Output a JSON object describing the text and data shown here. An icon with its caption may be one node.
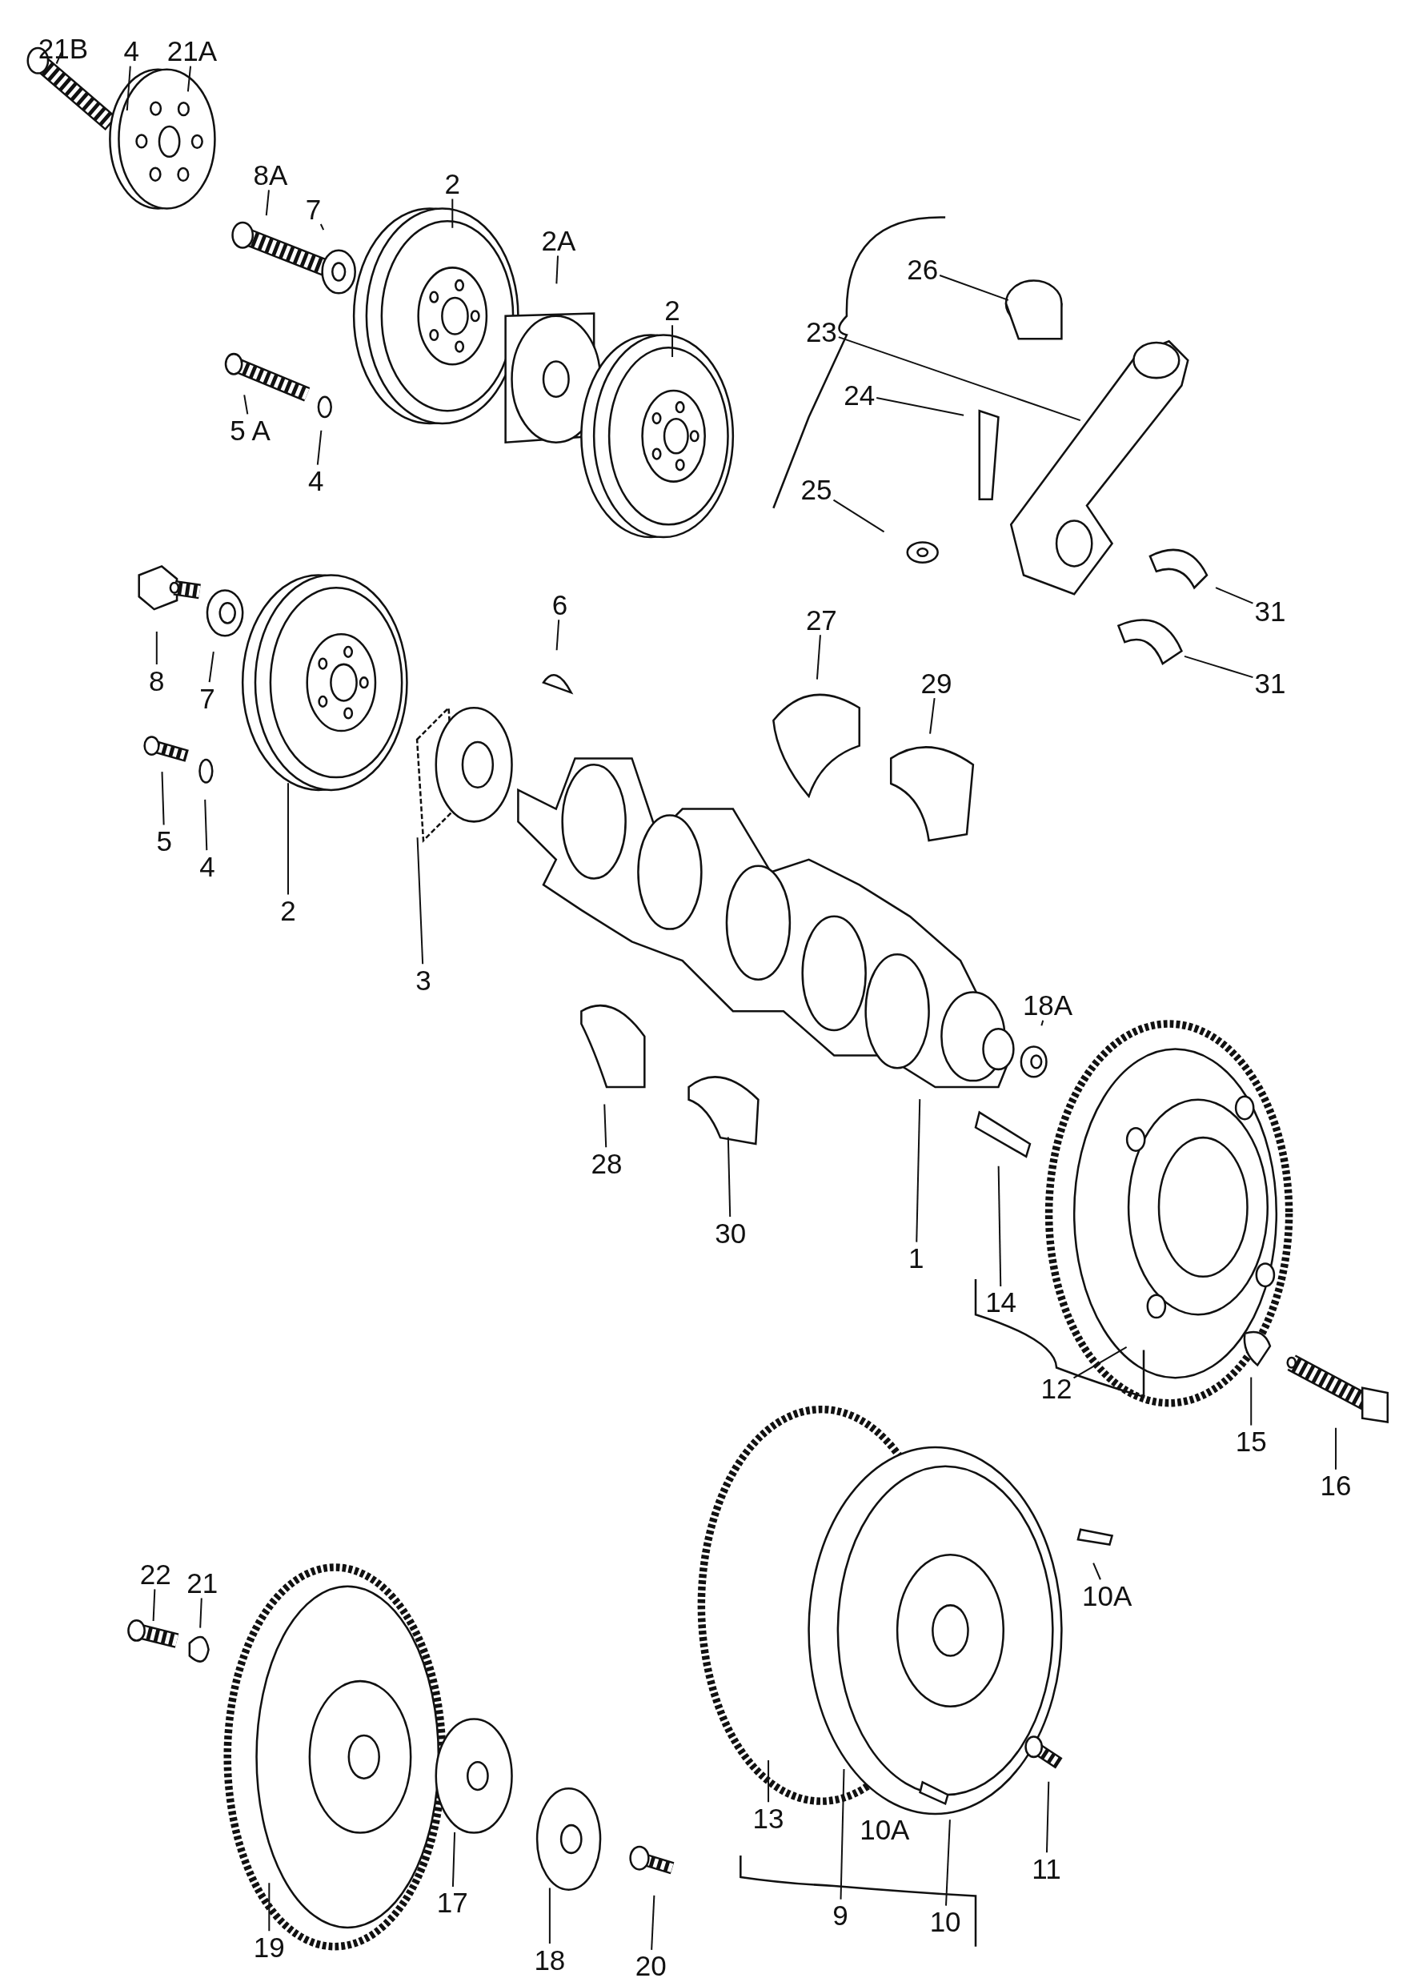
{
  "diagram": {
    "nodes": [
      {
        "text": [
          "21B"
        ]
      },
      {
        "text": [
          "4"
        ]
      },
      {
        "text": [
          "21A"
        ]
      },
      {
        "text": [
          "8A"
        ]
      },
      {
        "text": [
          "7"
        ]
      },
      {
        "text": [
          "2"
        ]
      },
      {
        "text": [
          "2A"
        ]
      },
      {
        "text": [
          "2"
        ]
      },
      {
        "text": [
          "5 A"
        ]
      },
      {
        "text": [
          "4"
        ]
      },
      {
        "text": [
          "26"
        ]
      },
      {
        "text": [
          "23"
        ]
      },
      {
        "text": [
          "24"
        ]
      },
      {
        "text": [
          "25"
        ]
      },
      {
        "text": [
          "31"
        ]
      },
      {
        "text": [
          "31"
        ]
      },
      {
        "text": [
          "8"
        ]
      },
      {
        "text": [
          "7"
        ]
      },
      {
        "text": [
          "6"
        ]
      },
      {
        "text": [
          "27"
        ]
      },
      {
        "text": [
          "29"
        ]
      },
      {
        "text": [
          "5"
        ]
      },
      {
        "text": [
          "4"
        ]
      },
      {
        "text": [
          "2"
        ]
      },
      {
        "text": [
          "3"
        ]
      },
      {
        "text": [
          "18A"
        ]
      },
      {
        "text": [
          "28"
        ]
      },
      {
        "text": [
          "30"
        ]
      },
      {
        "text": [
          "1"
        ]
      },
      {
        "text": [
          "14"
        ]
      },
      {
        "text": [
          "12"
        ]
      },
      {
        "text": [
          "15"
        ]
      },
      {
        "text": [
          "16"
        ]
      },
      {
        "text": [
          "10A"
        ]
      },
      {
        "text": [
          "22"
        ]
      },
      {
        "text": [
          "21"
        ]
      },
      {
        "text": [
          "11"
        ]
      },
      {
        "text": [
          "13"
        ]
      },
      {
        "text": [
          "9"
        ]
      },
      {
        "text": [
          "10"
        ]
      },
      {
        "text": [
          "19"
        ]
      },
      {
        "text": [
          "17"
        ]
      },
      {
        "text": [
          "18"
        ]
      },
      {
        "text": [
          "20"
        ]
      }
    ],
    "edges": [
      {
        "from": 0,
        "to": null,
        "arrow": "none"
      },
      {
        "from": 1,
        "to": null,
        "arrow": "none"
      },
      {
        "from": 2,
        "to": null,
        "arrow": "none"
      },
      {
        "from": 3,
        "to": null,
        "arrow": "none"
      },
      {
        "from": 4,
        "to": null,
        "arrow": "none"
      },
      {
        "from": 5,
        "to": null,
        "arrow": "none"
      },
      {
        "from": 6,
        "to": null,
        "arrow": "none"
      },
      {
        "from": 7,
        "to": null,
        "arrow": "none"
      },
      {
        "from": 8,
        "to": null,
        "arrow": "none"
      },
      {
        "from": 9,
        "to": null,
        "arrow": "none"
      },
      {
        "from": 10,
        "to": null,
        "arrow": "none"
      },
      {
        "from": 11,
        "to": null,
        "arrow": "none"
      },
      {
        "from": 12,
        "to": null,
        "arrow": "none"
      },
      {
        "from": 13,
        "to": null,
        "arrow": "none"
      },
      {
        "from": 14,
        "to": null,
        "arrow": "none"
      },
      {
        "from": 15,
        "to": null,
        "arrow": "none"
      },
      {
        "from": 16,
        "to": null,
        "arrow": "none"
      },
      {
        "from": 17,
        "to": null,
        "arrow": "none"
      },
      {
        "from": 18,
        "to": null,
        "arrow": "none"
      },
      {
        "from": 19,
        "to": null,
        "arrow": "none"
      },
      {
        "from": 20,
        "to": null,
        "arrow": "none"
      },
      {
        "from": 21,
        "to": null,
        "arrow": "none"
      },
      {
        "from": 22,
        "to": null,
        "arrow": "none"
      },
      {
        "from": 23,
        "to": null,
        "arrow": "none"
      },
      {
        "from": 24,
        "to": null,
        "arrow": "none"
      },
      {
        "from": 25,
        "to": null,
        "arrow": "none"
      },
      {
        "from": 26,
        "to": null,
        "arrow": "none"
      },
      {
        "from": 27,
        "to": null,
        "arrow": "none"
      },
      {
        "from": 28,
        "to": null,
        "arrow": "none"
      },
      {
        "from": 29,
        "to": null,
        "arrow": "none"
      },
      {
        "from": 30,
        "to": null,
        "arrow": "none"
      },
      {
        "from": 31,
        "to": null,
        "arrow": "none"
      },
      {
        "from": 32,
        "to": null,
        "arrow": "none"
      },
      {
        "from": 33,
        "to": null,
        "arrow": "none"
      },
      {
        "from": 34,
        "to": null,
        "arrow": "none"
      },
      {
        "from": 35,
        "to": null,
        "arrow": "none"
      },
      {
        "from": 36,
        "to": null,
        "arrow": "none"
      },
      {
        "from": 37,
        "to": null,
        "arrow": "none"
      },
      {
        "from": 38,
        "to": null,
        "arrow": "none"
      },
      {
        "from": 39,
        "to": null,
        "arrow": "none"
      },
      {
        "from": 40,
        "to": null,
        "arrow": "none"
      },
      {
        "from": 41,
        "to": null,
        "arrow": "none"
      },
      {
        "from": 42,
        "to": null,
        "arrow": "none"
      },
      {
        "from": 43,
        "to": null,
        "arrow": "none"
      }
    ],
    "labels": [
      "10A"
    ]
  }
}
